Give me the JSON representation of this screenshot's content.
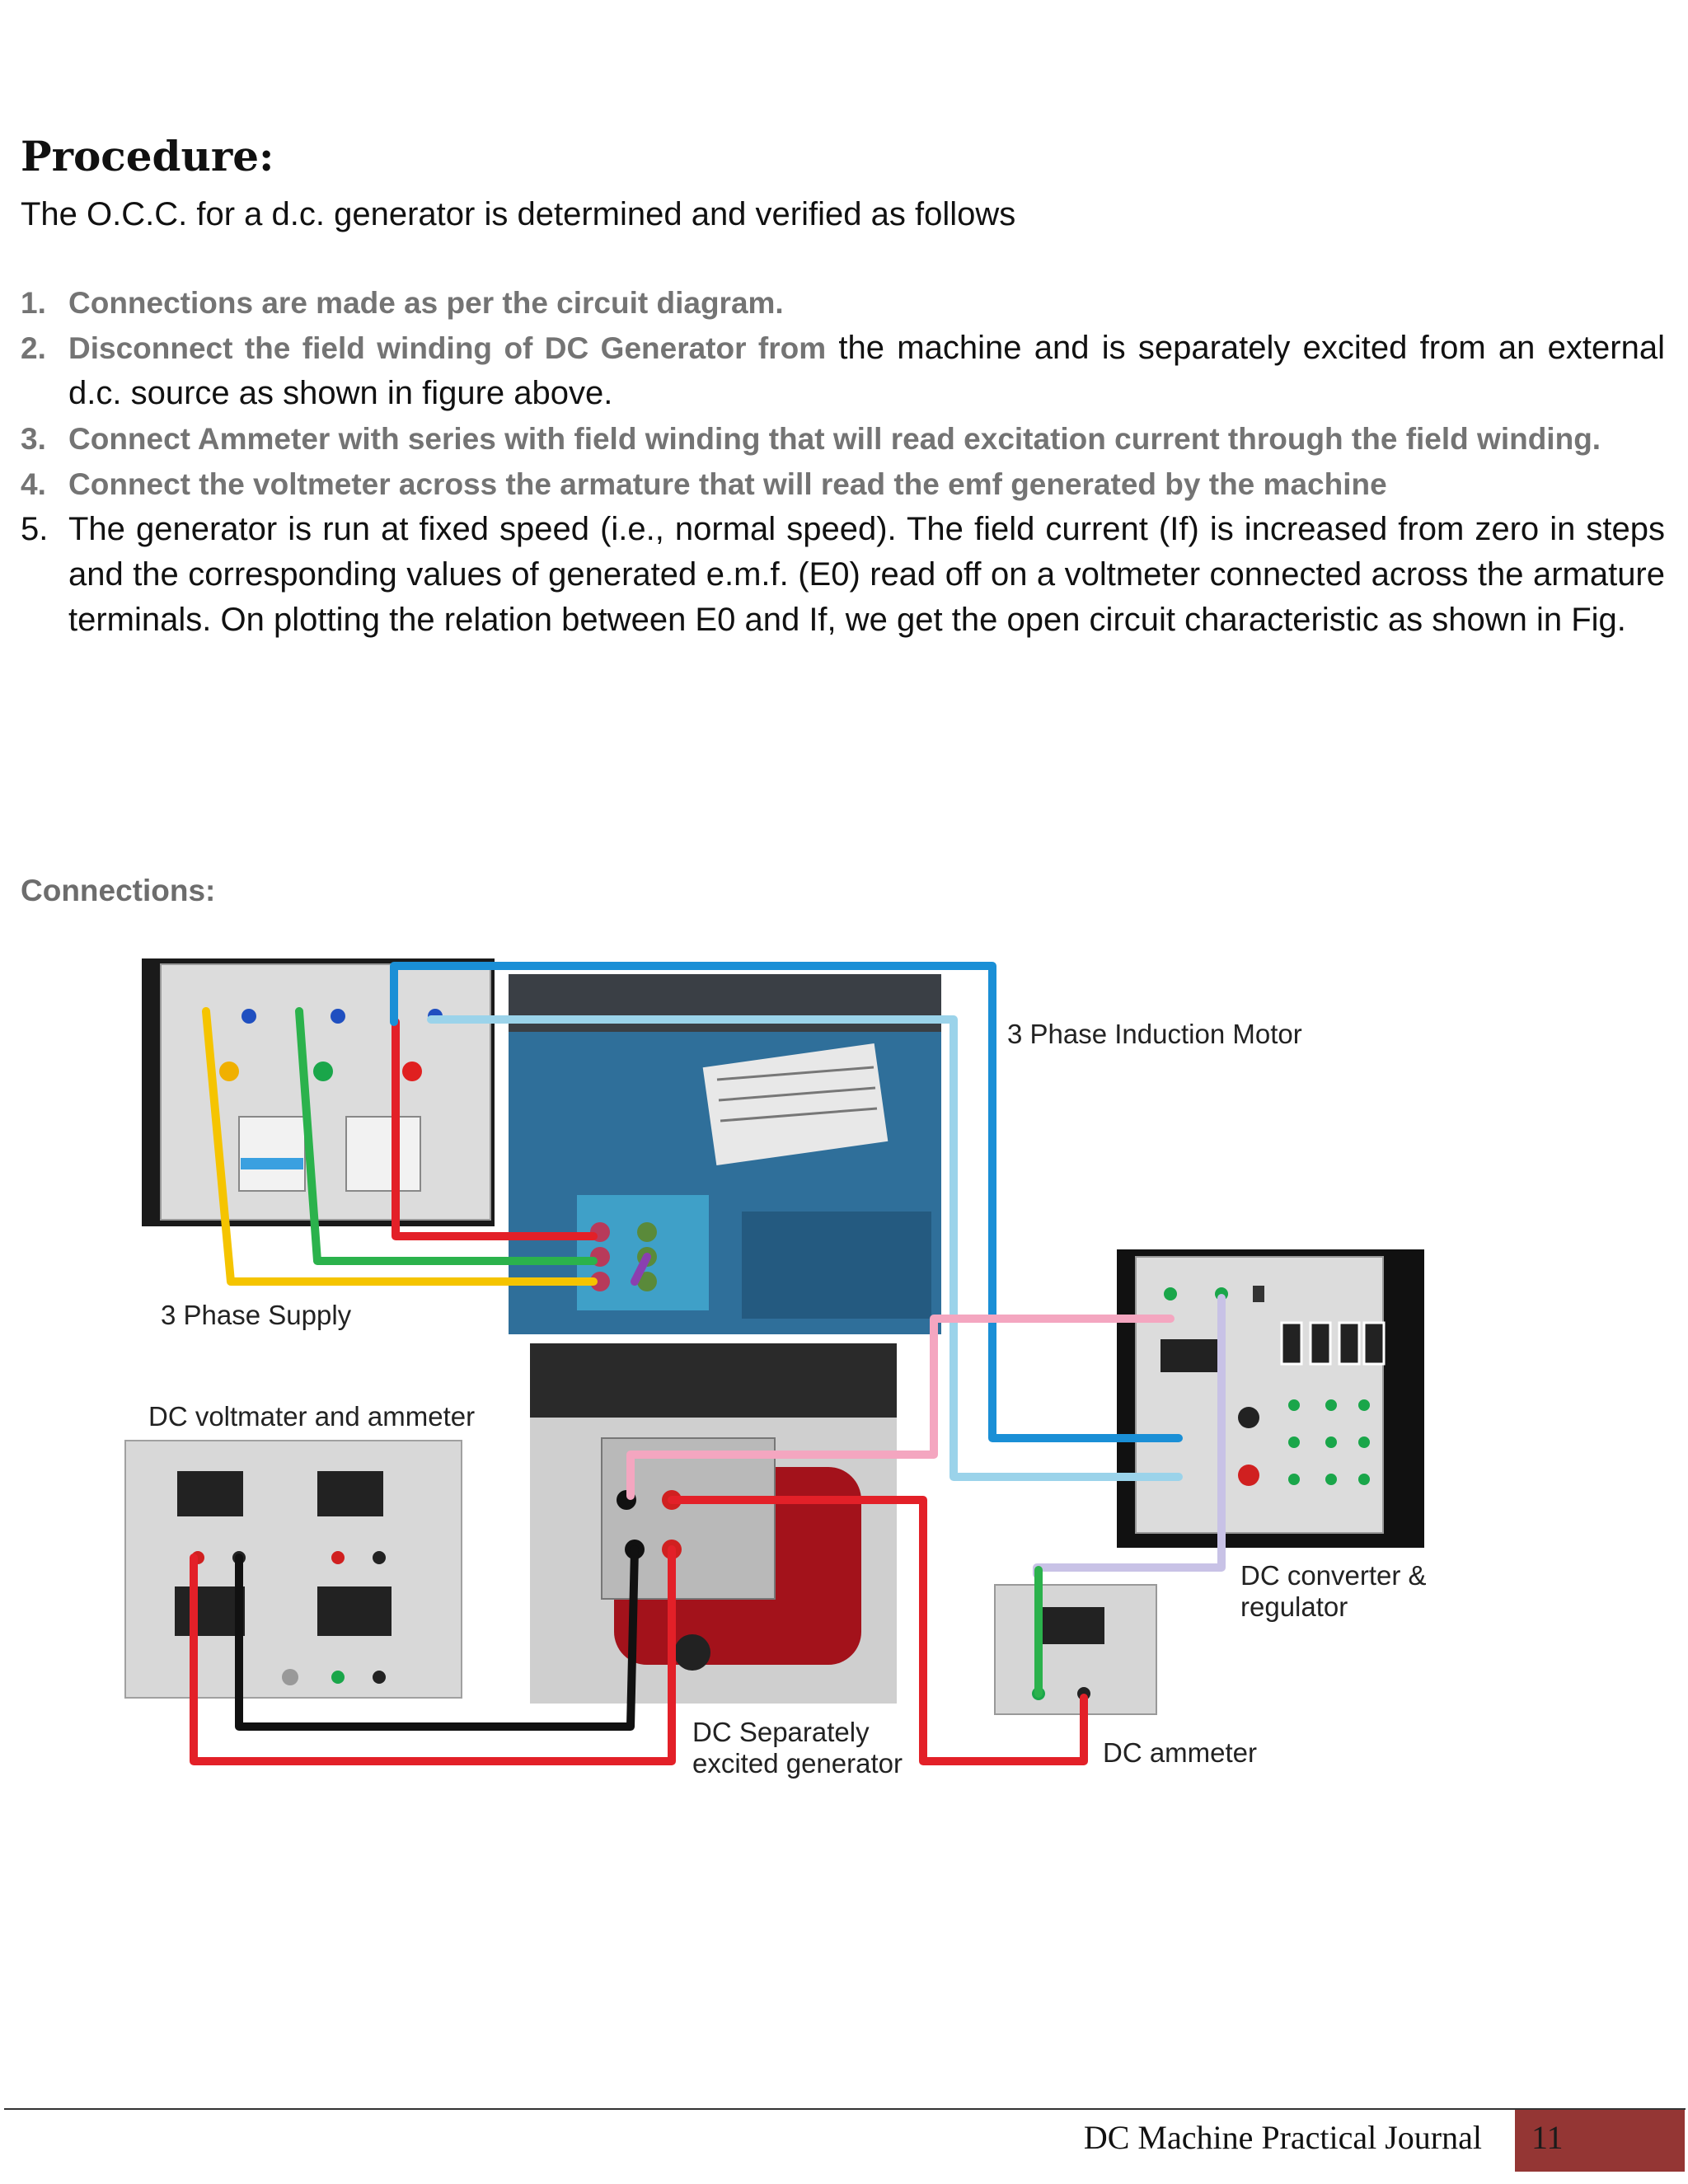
{
  "procedure": {
    "heading": "Procedure:",
    "intro": "The O.C.C. for a d.c. generator is determined and verified as follows",
    "steps": [
      {
        "num": "1.",
        "emph": "Connections are made as per the circuit diagram.",
        "rest": ""
      },
      {
        "num": "2.",
        "emph": "Disconnect the field winding of DC Generator from",
        "rest": " the machine and is separately excited from an external d.c. source as shown in figure above."
      },
      {
        "num": "3.",
        "emph": "Connect Ammeter with series with field winding that will read excitation current through the field winding.",
        "rest": ""
      },
      {
        "num": "4.",
        "emph": "Connect the voltmeter across the armature that will read the emf generated by the machine",
        "rest": ""
      },
      {
        "num": "5.",
        "emph": "",
        "rest": "The generator is run at fixed speed (i.e., normal speed). The field current (If) is increased from zero in steps and the corresponding values of generated e.m.f. (E0) read off on a voltmeter connected across the armature terminals. On plotting the relation between E0 and If, we get the open circuit characteristic as shown in Fig."
      }
    ]
  },
  "connections": {
    "heading": "Connections:",
    "labels": {
      "motor": "3 Phase Induction Motor",
      "supply": "3 Phase Supply",
      "meters": "DC voltmater and ammeter",
      "converter_line1": "DC converter &",
      "converter_line2": "regulator",
      "generator_line1": "DC Separately",
      "generator_line2": "excited generator",
      "ammeter": "DC ammeter"
    },
    "wire_colors": {
      "yellow": "#f5c400",
      "green": "#2bb24c",
      "red": "#e32028",
      "blue": "#1a8fd6",
      "light_blue": "#9bd3ea",
      "pink": "#f4a6c0",
      "lavender": "#c8c2e6",
      "black": "#111111",
      "purple": "#8a3fb0"
    }
  },
  "footer": {
    "title": "DC Machine Practical Journal",
    "page": "11"
  }
}
